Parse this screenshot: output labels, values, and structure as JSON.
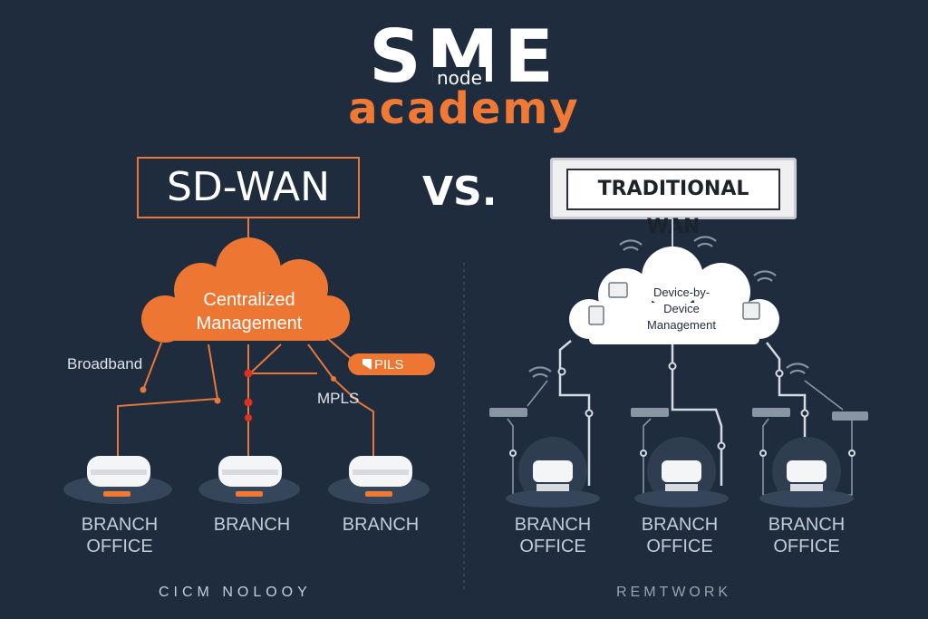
{
  "logo": {
    "top": "SME",
    "node": "node",
    "bottom": "academy"
  },
  "left": {
    "title": "SD-WAN",
    "cloud_label": "Centralized Management",
    "link_broadband": "Broadband",
    "link_mpls_tag": "PILS",
    "link_mpls": "MPLS",
    "branches": [
      "BRANCH OFFICE",
      "BRANCH",
      "BRANCH"
    ],
    "footer": "CICM NOLOOY"
  },
  "vs": "VS.",
  "right": {
    "title": "TRADITIONAL WAN",
    "cloud_label": "Device-by-Device Management",
    "branches": [
      "BRANCH OFFICE",
      "BRANCH OFFICE",
      "BRANCH OFFICE"
    ],
    "footer": "REMTWORK"
  },
  "colors": {
    "background": "#1e2c3e",
    "accent_orange": "#f07a35",
    "line_grey": "#c3ccd6",
    "node_red": "#e0301e"
  }
}
